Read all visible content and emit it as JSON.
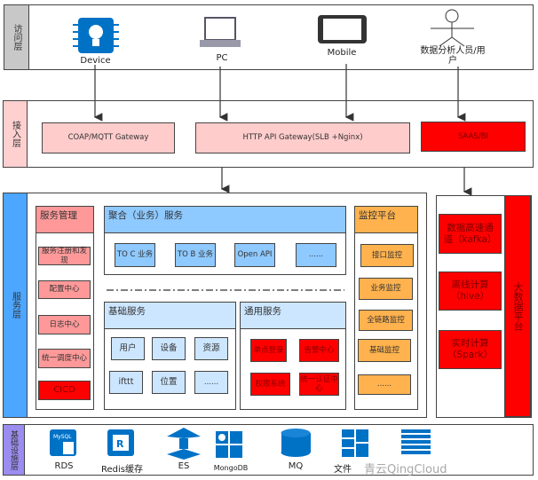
{
  "access_layer": {
    "label": "访问层",
    "clients": [
      {
        "label": "Device",
        "icon": "chip-bulb-icon"
      },
      {
        "label": "PC",
        "icon": "laptop-icon"
      },
      {
        "label": "Mobile",
        "icon": "tablet-icon"
      },
      {
        "label": "数据分析人员/用户",
        "icon": "person-icon"
      }
    ]
  },
  "ingress_layer": {
    "label": "接入层",
    "gateways": [
      "COAP/MQTT  Gateway",
      "HTTP API Gateway(SLB +Nginx)",
      "SAAS/BI"
    ]
  },
  "service_layer": {
    "label": "服务层",
    "management": {
      "title": "服务管理",
      "items": [
        "服务注册和发现",
        "配置中心",
        "日志中心",
        "统一调度中心",
        "CICD"
      ]
    },
    "aggregate": {
      "title": "聚合（业务）服务",
      "items": [
        "TO C 业务",
        "TO B 业务",
        "Open API",
        "......"
      ]
    },
    "basic": {
      "title": "基础服务",
      "items": [
        "用户",
        "设备",
        "资源",
        "ifttt",
        "位置",
        "......"
      ]
    },
    "common": {
      "title": "通用服务",
      "items": [
        "单点登录",
        "告警中心",
        "权限系统",
        "统一认证中心"
      ]
    },
    "monitor": {
      "title": "监控平台",
      "items": [
        "接口监控",
        "业务监控",
        "全链路监控",
        "基础监控",
        "......"
      ]
    }
  },
  "bigdata": {
    "label": "大数据平台",
    "items": [
      "数据高速通道（kafka）",
      "离线计算（hive）",
      "实时计算（Spark）"
    ]
  },
  "infra_layer": {
    "label": "基础设施层",
    "items": [
      {
        "label": "RDS",
        "icon": "mysql-icon"
      },
      {
        "label": "Redis缓存",
        "icon": "redis-icon"
      },
      {
        "label": "ES",
        "icon": "elasticsearch-icon"
      },
      {
        "label": "MongoDB",
        "icon": "grid-icon"
      },
      {
        "label": "MQ",
        "icon": "cylinder-icon"
      },
      {
        "label": "文件",
        "icon": "file-storage-icon"
      },
      {
        "label": "",
        "icon": "list-icon"
      }
    ]
  },
  "watermark": "青云QingCloud",
  "colors": {
    "pink": "#ff9999",
    "red": "#ff0000",
    "blue": "#8ec9ff",
    "light_blue": "#cce6ff",
    "orange": "#ffb24d",
    "icon_blue": "#0072c6",
    "service_label": "#4da6ff",
    "infra_label": "#9b8cf0"
  }
}
